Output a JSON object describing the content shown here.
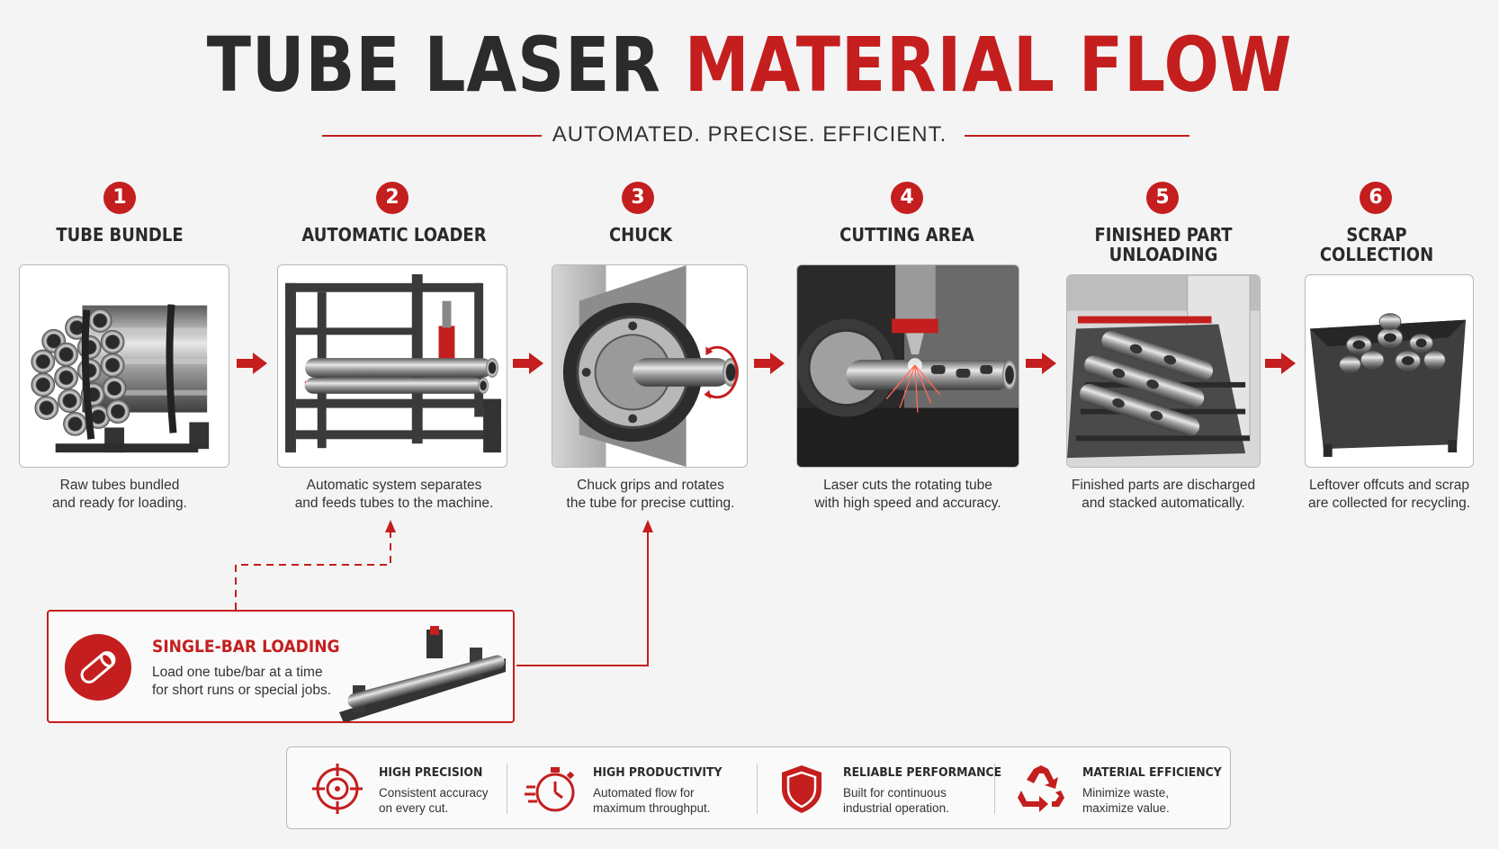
{
  "header": {
    "title_dark": "TUBE LASER",
    "title_red": "MATERIAL FLOW",
    "subtitle": "AUTOMATED. PRECISE. EFFICIENT."
  },
  "steps": [
    {
      "number": "1",
      "title": "TUBE BUNDLE",
      "desc_line1": "Raw tubes bundled",
      "desc_line2": "and ready for loading."
    },
    {
      "number": "2",
      "title": "AUTOMATIC LOADER",
      "desc_line1": "Automatic system separates",
      "desc_line2": "and feeds tubes to the machine."
    },
    {
      "number": "3",
      "title": "CHUCK",
      "desc_line1": "Chuck grips and rotates",
      "desc_line2": "the tube for precise cutting."
    },
    {
      "number": "4",
      "title": "CUTTING AREA",
      "desc_line1": "Laser cuts the rotating tube",
      "desc_line2": "with high speed and accuracy."
    },
    {
      "number": "5",
      "title": "FINISHED PART\nUNLOADING",
      "desc_line1": "Finished parts are discharged",
      "desc_line2": "and stacked automatically."
    },
    {
      "number": "6",
      "title": "SCRAP\nCOLLECTION",
      "desc_line1": "Leftover offcuts and scrap",
      "desc_line2": "are collected for recycling."
    }
  ],
  "single_bar": {
    "title": "SINGLE-BAR LOADING",
    "desc_line1": "Load one tube/bar at a time",
    "desc_line2": "for short runs or special jobs."
  },
  "features": [
    {
      "icon": "crosshair-icon",
      "title": "HIGH PRECISION",
      "desc_line1": "Consistent accuracy",
      "desc_line2": "on every cut."
    },
    {
      "icon": "stopwatch-icon",
      "title": "HIGH PRODUCTIVITY",
      "desc_line1": "Automated flow for",
      "desc_line2": "maximum throughput."
    },
    {
      "icon": "shield-icon",
      "title": "RELIABLE PERFORMANCE",
      "desc_line1": "Built for continuous",
      "desc_line2": "industrial operation."
    },
    {
      "icon": "recycle-icon",
      "title": "MATERIAL EFFICIENCY",
      "desc_line1": "Minimize waste,",
      "desc_line2": "maximize value."
    }
  ],
  "colors": {
    "accent": "#c41e1e",
    "dark": "#2b2b2b",
    "background": "#f4f4f4"
  }
}
